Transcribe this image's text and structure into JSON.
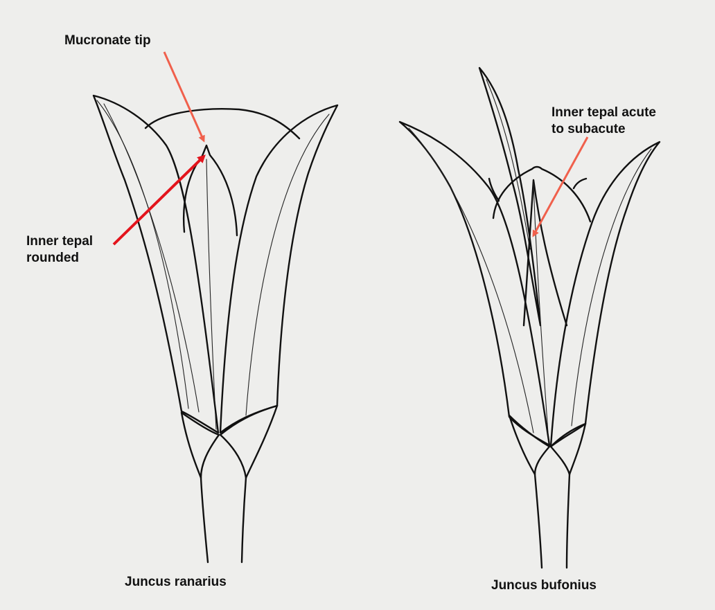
{
  "labels": {
    "mucronate_tip": "Mucronate tip",
    "inner_tepal_rounded": "Inner tepal\nrounded",
    "inner_tepal_acute": "Inner tepal acute\nto subacute",
    "species_left": "Juncus ranarius",
    "species_right": "Juncus bufonius"
  },
  "colors": {
    "background": "#eeeeec",
    "ink": "#111111",
    "arrow_light": "#f0604c",
    "arrow_dark": "#e3141c"
  }
}
